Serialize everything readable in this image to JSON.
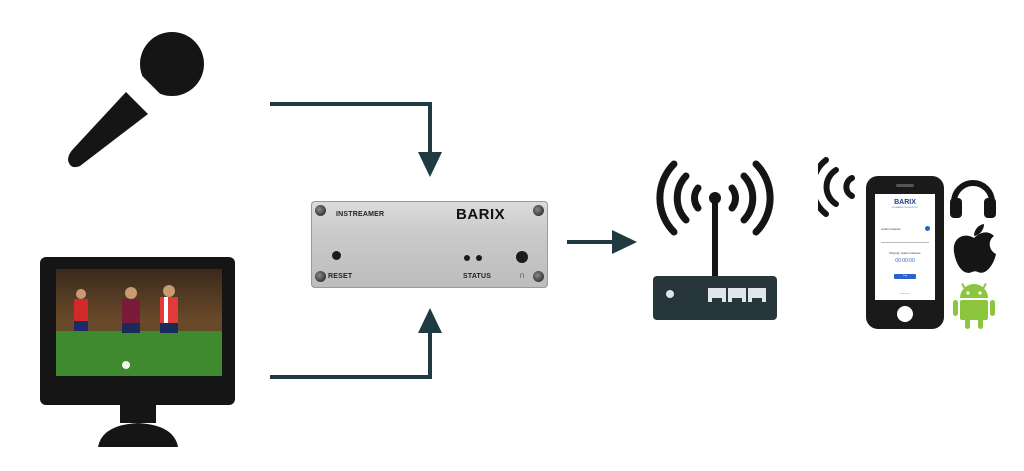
{
  "device": {
    "model_label": "INSTREAMER",
    "brand": "BARIX",
    "reset_label": "RESET",
    "status_label": "STATUS",
    "headphone_symbol": "∩"
  },
  "phone_app": {
    "brand": "BARIX",
    "subtitle": "STREAMING TECHNOLOGY",
    "row_label": "Audio Instance",
    "playing_label": "Playing: Audio Instance",
    "time": "00:00:00",
    "button_label": "Stop",
    "footer": "barix.com"
  },
  "icons": [
    "microphone-icon",
    "monitor-icon",
    "soccer-image",
    "arrow-icon",
    "router-icon",
    "wifi-signal-icon",
    "smartphone-icon",
    "headphones-icon",
    "apple-icon",
    "android-icon"
  ],
  "colors": {
    "arrow": "#1f3a40",
    "icon_dark": "#151515",
    "android_green": "#8cc63f",
    "screen_blue": "#2a62d0"
  }
}
